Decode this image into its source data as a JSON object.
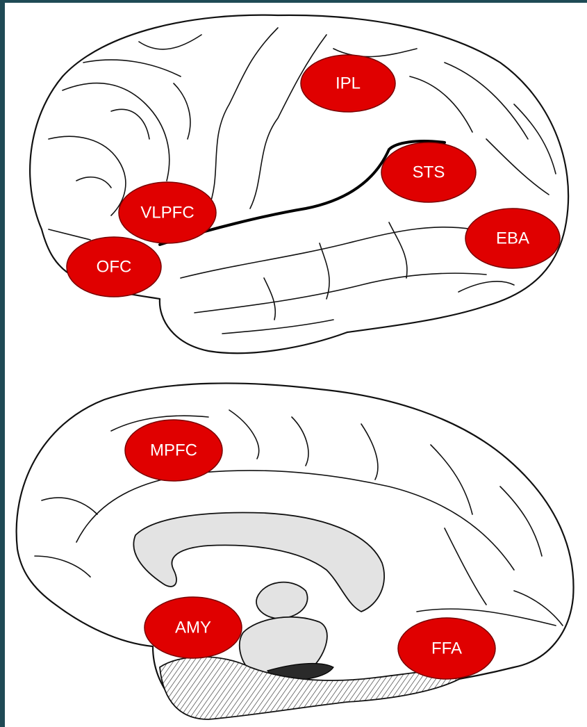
{
  "regions": {
    "ipl": "IPL",
    "sts": "STS",
    "vlpfc": "VLPFC",
    "ofc": "OFC",
    "eba": "EBA",
    "mpfc": "MPFC",
    "amy": "AMY",
    "ffa": "FFA"
  },
  "colors": {
    "region_fill": "#e00000",
    "region_text": "#ffffff",
    "frame_border": "#1f4a55"
  }
}
